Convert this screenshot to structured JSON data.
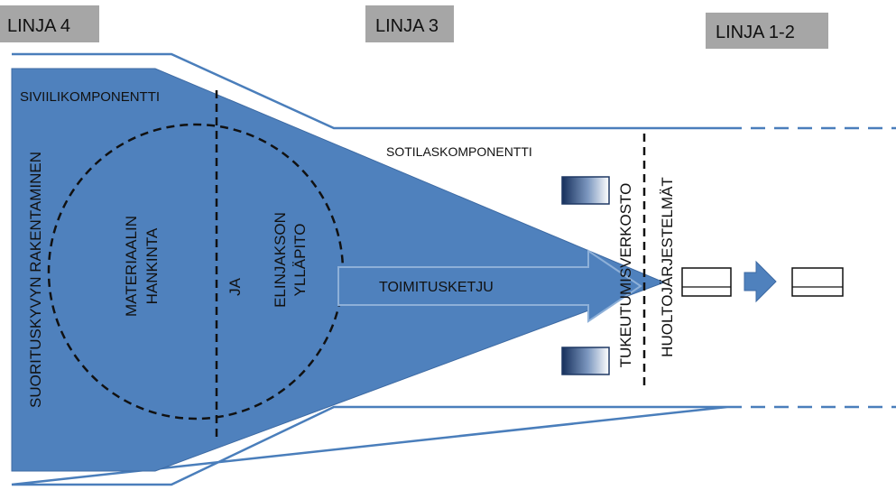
{
  "lines": {
    "line4": "LINJA 4",
    "line3": "LINJA 3",
    "line12": "LINJA 1-2"
  },
  "labels": {
    "civil_component": "SIVIILIKOMPONENTTI",
    "military_component": "SOTILASKOMPONENTTI",
    "capability_building": "SUORITUSKYVYN RAKENTAMINEN",
    "material_acquisition_1": "MATERIAALIN",
    "material_acquisition_2": "HANKINTA",
    "and": "JA",
    "lifecycle_1": "ELINJAKSON",
    "lifecycle_2": "YLLÄPITO",
    "supply_chain": "TOIMITUSKETJU",
    "support_network": "TUKEUTUMISVERKOSTO",
    "maintenance_systems": "HUOLTOJÄRJESTELMÄT"
  },
  "colors": {
    "primary_blue": "#4f81bd",
    "outline_blue": "#4a7ebb",
    "dark_blue": "#1f3864",
    "header_gray": "#a6a6a6",
    "dashed_black": "#111111"
  }
}
